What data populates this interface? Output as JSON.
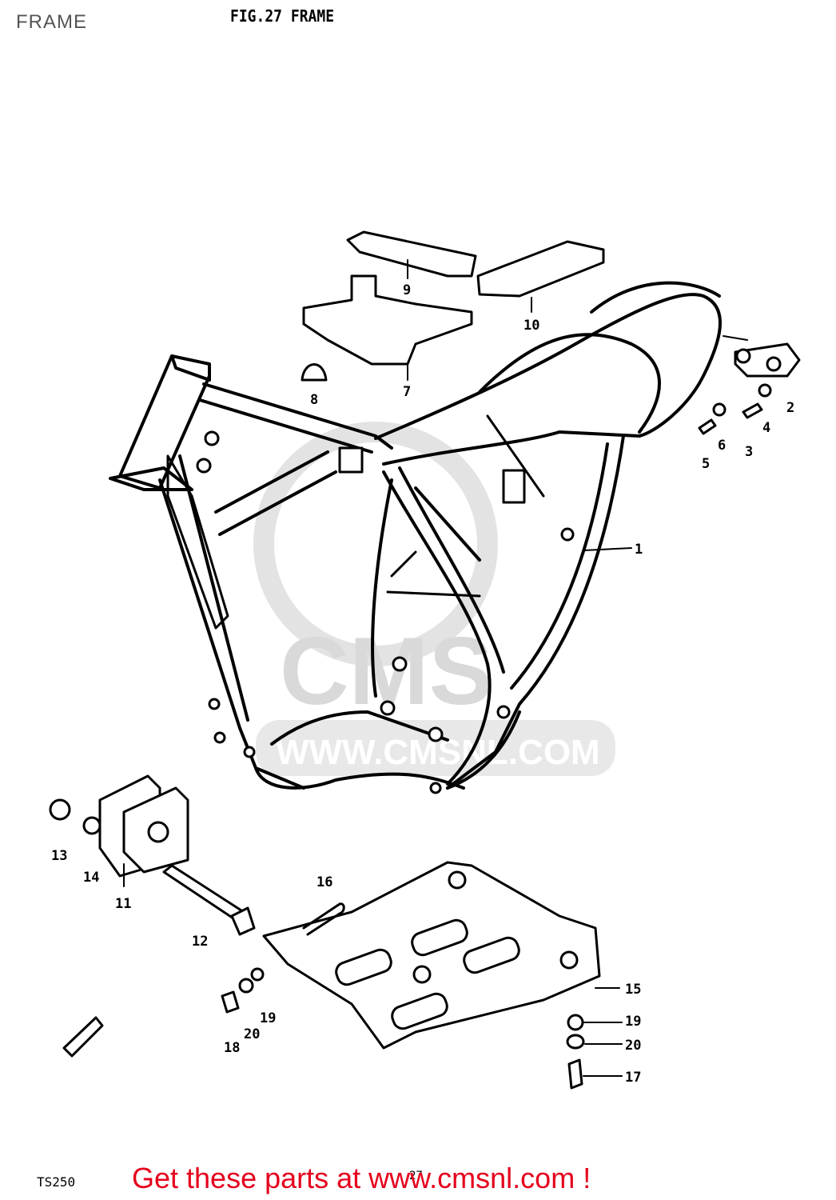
{
  "header": {
    "title": "FRAME",
    "figure_caption": "FIG.27  FRAME"
  },
  "callouts": [
    {
      "id": "c1",
      "label": "1"
    },
    {
      "id": "c2",
      "label": "2"
    },
    {
      "id": "c3",
      "label": "3"
    },
    {
      "id": "c4",
      "label": "4"
    },
    {
      "id": "c5",
      "label": "5"
    },
    {
      "id": "c6",
      "label": "6"
    },
    {
      "id": "c7",
      "label": "7"
    },
    {
      "id": "c8",
      "label": "8"
    },
    {
      "id": "c9",
      "label": "9"
    },
    {
      "id": "c10",
      "label": "10"
    },
    {
      "id": "c11",
      "label": "11"
    },
    {
      "id": "c12",
      "label": "12"
    },
    {
      "id": "c13",
      "label": "13"
    },
    {
      "id": "c14",
      "label": "14"
    },
    {
      "id": "c15",
      "label": "15"
    },
    {
      "id": "c16",
      "label": "16"
    },
    {
      "id": "c17",
      "label": "17"
    },
    {
      "id": "c18",
      "label": "18"
    },
    {
      "id": "c19a",
      "label": "19"
    },
    {
      "id": "c19b",
      "label": "19"
    },
    {
      "id": "c20a",
      "label": "20"
    },
    {
      "id": "c20b",
      "label": "20"
    }
  ],
  "watermark": {
    "monogram": "CMS",
    "url": "WWW.CMSNL.COM"
  },
  "footer": {
    "model": "TS250",
    "page": "27",
    "cta": "Get these parts at www.cmsnl.com !"
  },
  "colors": {
    "cta": "#e5001c",
    "watermark": "#d9d9d9",
    "line": "#000000"
  }
}
